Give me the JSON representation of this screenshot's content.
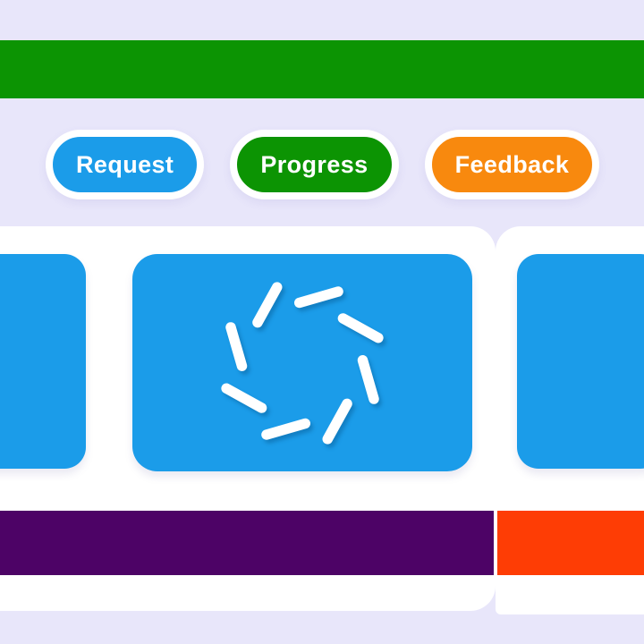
{
  "canvas": {
    "background_color": "#E8E6FA"
  },
  "top_banner": {
    "color": "#0C9403"
  },
  "workflow_steps": {
    "connector_color": "#FFFFFF",
    "items": [
      {
        "label": "Request",
        "color": "#1B9CE9"
      },
      {
        "label": "Progress",
        "color": "#0C9403"
      },
      {
        "label": "Feedback",
        "color": "#F8890E"
      }
    ]
  },
  "content": {
    "card_color": "#FFFFFF",
    "tile_color": "#1B9CE9",
    "spinner": {
      "segments": 8,
      "color": "#FFFFFF",
      "status": "loading"
    }
  },
  "footer_strips": {
    "left": {
      "color": "#4D0366"
    },
    "right": {
      "color": "#FE3D05"
    }
  }
}
